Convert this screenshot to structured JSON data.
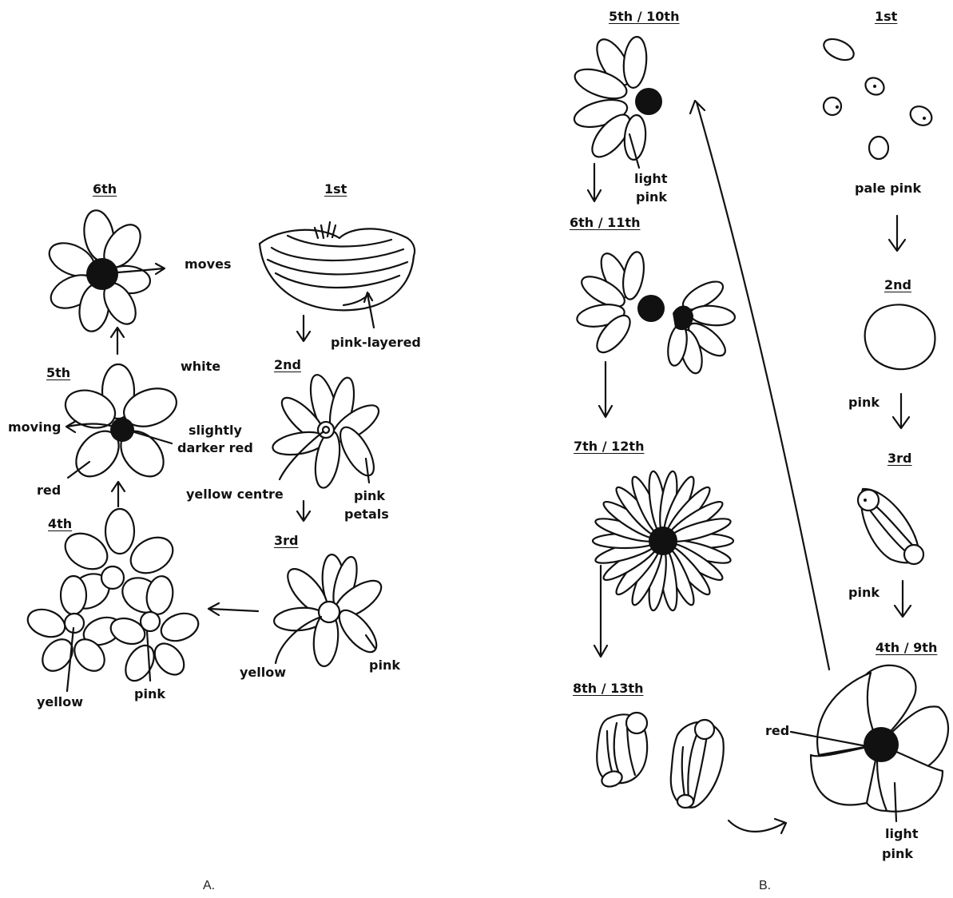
{
  "panel_a": {
    "caption": "A.",
    "steps": {
      "s1": "1st",
      "s2": "2nd",
      "s3": "3rd",
      "s4": "4th",
      "s5": "5th",
      "s6": "6th"
    },
    "annotations": {
      "moves": "moves",
      "pink_layered": "pink-layered",
      "white": "white",
      "slightly": "slightly",
      "darker_red": "darker red",
      "moving": "moving",
      "red": "red",
      "yellow_centre": "yellow centre",
      "pink_petals_1": "pink",
      "pink_petals_2": "petals",
      "yellow_3rd": "yellow",
      "pink_3rd": "pink",
      "yellow_4th": "yellow",
      "pink_4th": "pink"
    }
  },
  "panel_b": {
    "caption": "B.",
    "steps": {
      "s1": "1st",
      "s2": "2nd",
      "s3": "3rd",
      "s4": "4th / 9th",
      "s5": "5th / 10th",
      "s6": "6th / 11th",
      "s7": "7th / 12th",
      "s8": "8th / 13th"
    },
    "annotations": {
      "pale_pink": "pale pink",
      "pink_2nd": "pink",
      "pink_3rd": "pink",
      "red": "red",
      "light_1": "light",
      "pink_4th": "pink",
      "light_5th": "light",
      "pink_5th": "pink"
    }
  }
}
